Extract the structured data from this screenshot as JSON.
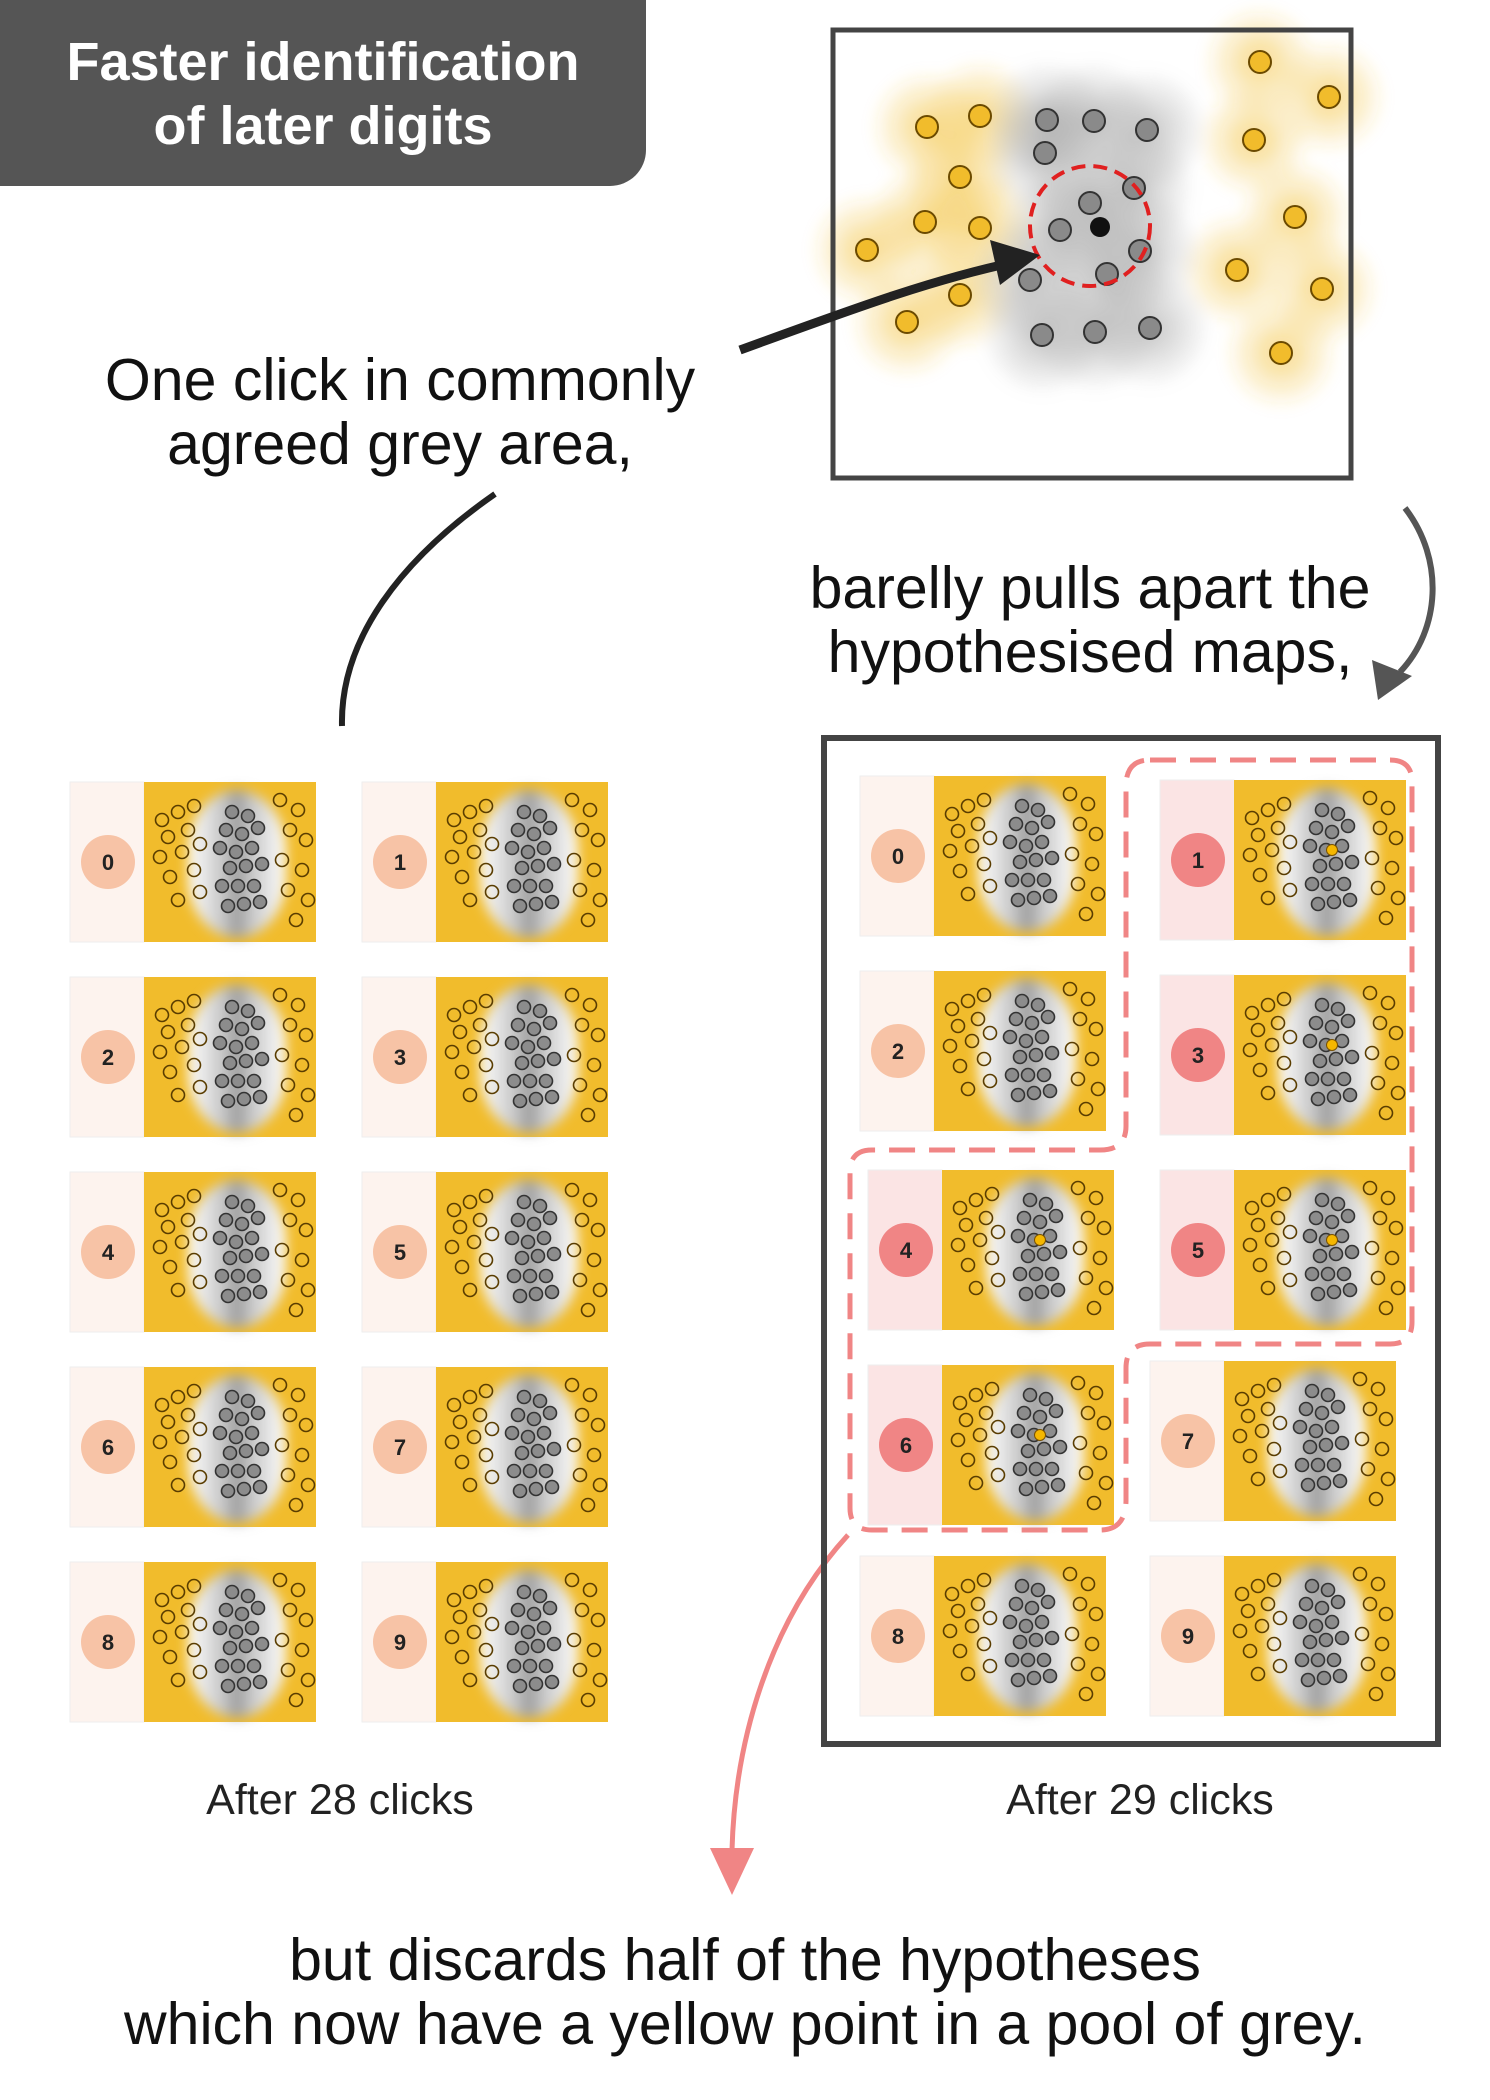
{
  "title": {
    "line1": "Faster identification",
    "line2": "of later digits"
  },
  "captions": {
    "click_line1": "One click in commonly",
    "click_line2": "agreed grey area,",
    "pull_line1": "barelly pulls apart the",
    "pull_line2": "hypothesised maps,",
    "discard_line1": "but discards half of the hypotheses",
    "discard_line2": "which now have a yellow point in a pool of grey."
  },
  "panels": {
    "left_label": "After 28 clicks",
    "right_label": "After 29 clicks"
  },
  "digits": [
    "0",
    "1",
    "2",
    "3",
    "4",
    "5",
    "6",
    "7",
    "8",
    "9"
  ],
  "discarded_digits": [
    "1",
    "3",
    "4",
    "5",
    "6"
  ],
  "colors": {
    "yellow": "#F1BC2C",
    "grey_point": "#8A8A8A",
    "label_kept": "#F7C3A6",
    "label_discarded": "#F08585",
    "dashed_outline": "#F08585",
    "title_bg": "#555555",
    "click_circle": "#E02020"
  }
}
